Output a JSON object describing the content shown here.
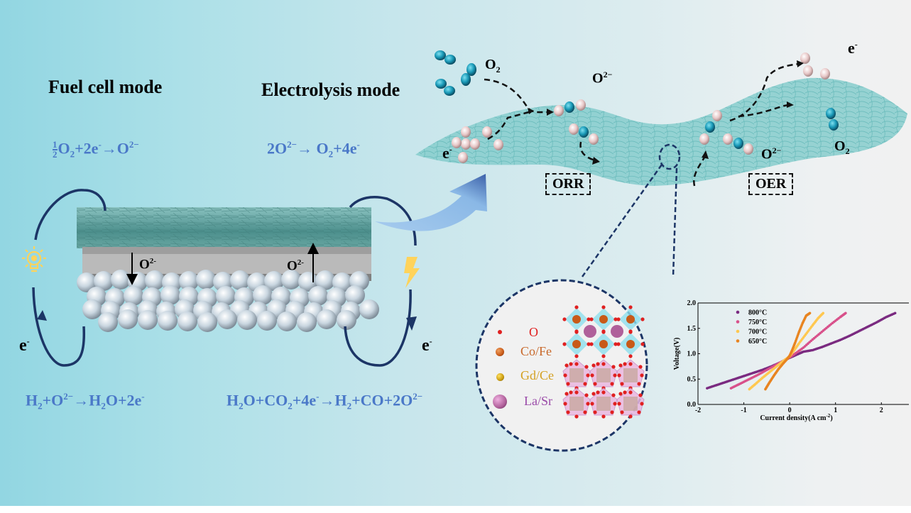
{
  "fuel_cell": {
    "title": "Fuel cell mode",
    "cathode_eq": {
      "frac_num": "1",
      "frac_den": "2",
      "main": "O",
      "sub1": "2",
      "rest": "+2e",
      "sup_e": "-",
      "arrow": "→O",
      "sup_o": "2−"
    },
    "anode_eq": {
      "a": "H",
      "sub_a": "2",
      "b": "+O",
      "sup_b": "2−",
      "c": "→H",
      "sub_c": "2",
      "d": "O+2e",
      "sup_d": "-"
    },
    "electron_label": "e",
    "electron_sup": "-",
    "ion_label": "O",
    "ion_sup": "2-",
    "icon": "lightbulb-icon"
  },
  "electrolysis": {
    "title": "Electrolysis mode",
    "anode_eq": {
      "a": "2O",
      "sup_a": "2−",
      "b": "→ O",
      "sub_b": "2",
      "c": "+4e",
      "sup_c": "-"
    },
    "cathode_eq": {
      "a": "H",
      "sub_a": "2",
      "b": "O+CO",
      "sub_b": "2",
      "c": "+4e",
      "sup_c": "-",
      "d": "→H",
      "sub_d": "2",
      "e": "+CO+2O",
      "sup_e": "2−"
    },
    "electron_label": "e",
    "electron_sup": "-",
    "ion_label": "O",
    "ion_sup": "2-",
    "icon": "lightning-icon"
  },
  "surface": {
    "o2_left": {
      "main": "O",
      "sub": "2"
    },
    "o2_right": {
      "main": "O",
      "sub": "2"
    },
    "o2minus_top": {
      "main": "O",
      "sup": "2−"
    },
    "o2minus_bottom": {
      "main": "O",
      "sup": "2−"
    },
    "e_left": {
      "main": "e",
      "sup": "-"
    },
    "e_right": {
      "main": "e",
      "sup": "-"
    },
    "orr_label": "ORR",
    "oer_label": "OER"
  },
  "structure_legend": [
    {
      "label": "O",
      "color": "#e02020",
      "text_color": "#e02020"
    },
    {
      "label": "Co/Fe",
      "color": "#c85a18",
      "text_color": "#c8682a"
    },
    {
      "label": "Gd/Ce",
      "color": "#c89a10",
      "text_color": "#d4a020"
    },
    {
      "label": "La/Sr",
      "color": "#b0609a",
      "text_color": "#9a4aa8"
    }
  ],
  "colors": {
    "equation_blue": "#4a78c8",
    "circuit_navy": "#1c3566",
    "fiber_teal": "#6fbfbf",
    "icon_yellow": "#ffd35a",
    "arrow_blue": "#8ab8e6"
  },
  "chart_data": {
    "type": "scatter",
    "title": "",
    "xlabel": "Current density(A cm",
    "xlabel_sup": "-2",
    "xlabel_end": ")",
    "ylabel": "Voltage(V)",
    "xlim": [
      -2,
      2.6
    ],
    "ylim": [
      0,
      2.0
    ],
    "xticks": [
      -2,
      -1,
      0,
      1,
      2
    ],
    "xtick_labels": [
      "-2",
      "-1",
      "0",
      "1",
      "2"
    ],
    "yticks": [
      0,
      0.5,
      1.0,
      1.5,
      2.0
    ],
    "ytick_labels": [
      "0.0",
      "0.5",
      "1.0",
      "1.5",
      "2.0"
    ],
    "legend_position": "top-left",
    "series": [
      {
        "name": "800°C",
        "color": "#7a2a80",
        "x": [
          -1.8,
          -1.6,
          -1.4,
          -1.2,
          -1.0,
          -0.8,
          -0.6,
          -0.4,
          -0.2,
          0.0,
          0.15,
          0.3,
          0.5,
          0.7,
          0.9,
          1.1,
          1.3,
          1.5,
          1.7,
          1.9,
          2.1,
          2.3
        ],
        "y": [
          0.32,
          0.38,
          0.44,
          0.5,
          0.56,
          0.62,
          0.68,
          0.75,
          0.83,
          0.92,
          0.98,
          1.04,
          1.07,
          1.13,
          1.2,
          1.27,
          1.35,
          1.44,
          1.53,
          1.62,
          1.72,
          1.8
        ]
      },
      {
        "name": "750°C",
        "color": "#d8508a",
        "x": [
          -1.28,
          -1.1,
          -0.9,
          -0.7,
          -0.5,
          -0.3,
          -0.1,
          0.0,
          0.1,
          0.3,
          0.5,
          0.7,
          0.9,
          1.1,
          1.22
        ],
        "y": [
          0.32,
          0.4,
          0.49,
          0.58,
          0.68,
          0.78,
          0.88,
          0.93,
          0.99,
          1.12,
          1.28,
          1.43,
          1.58,
          1.72,
          1.8
        ]
      },
      {
        "name": "700°C",
        "color": "#ffc850",
        "x": [
          -0.88,
          -0.75,
          -0.6,
          -0.45,
          -0.3,
          -0.15,
          0.0,
          0.1,
          0.2,
          0.35,
          0.5,
          0.62,
          0.73
        ],
        "y": [
          0.3,
          0.4,
          0.52,
          0.63,
          0.74,
          0.85,
          0.95,
          1.07,
          1.2,
          1.38,
          1.56,
          1.7,
          1.8
        ]
      },
      {
        "name": "650°C",
        "color": "#e88420",
        "x": [
          -0.53,
          -0.45,
          -0.35,
          -0.25,
          -0.15,
          -0.05,
          0.0,
          0.05,
          0.12,
          0.2,
          0.28,
          0.36,
          0.44
        ],
        "y": [
          0.3,
          0.42,
          0.56,
          0.69,
          0.8,
          0.9,
          0.96,
          1.06,
          1.22,
          1.42,
          1.6,
          1.75,
          1.8
        ]
      }
    ]
  }
}
